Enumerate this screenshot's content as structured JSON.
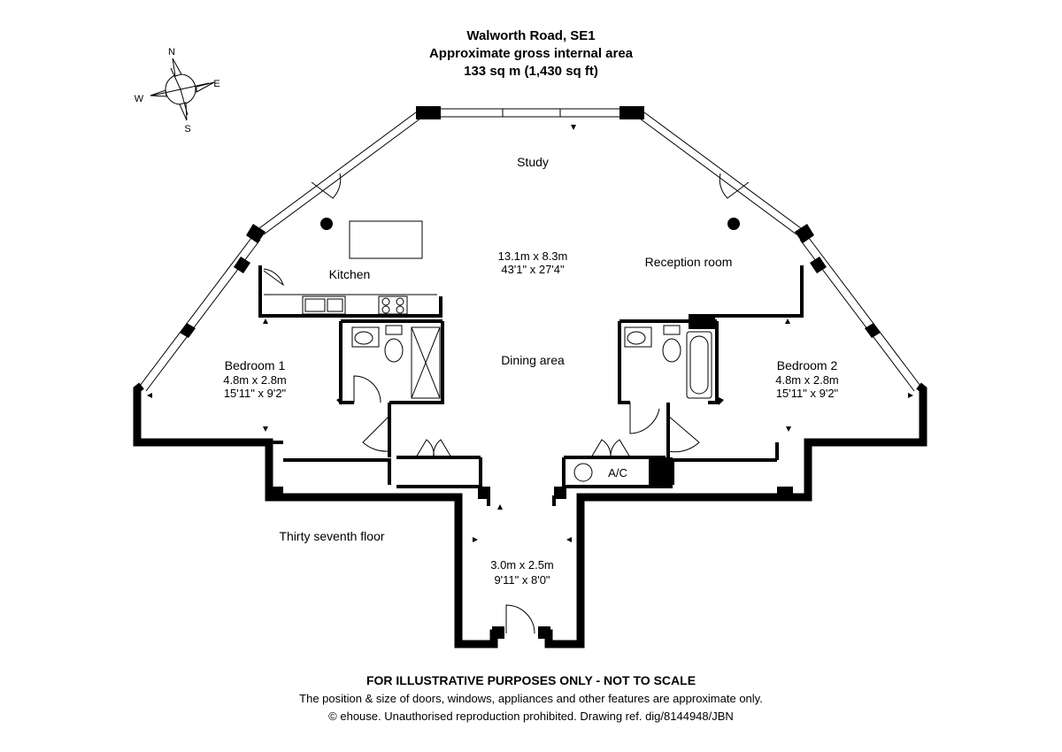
{
  "header": {
    "address": "Walworth Road, SE1",
    "area_label": "Approximate gross internal area",
    "area_value": "133 sq m (1,430 sq ft)"
  },
  "compass": {
    "n": "N",
    "e": "E",
    "s": "S",
    "w": "W"
  },
  "rooms": {
    "study": "Study",
    "kitchen": "Kitchen",
    "reception": "Reception room",
    "dining": "Dining area",
    "main_dim_m": "13.1m x 8.3m",
    "main_dim_ft": "43'1\" x 27'4\"",
    "bedroom1": {
      "name": "Bedroom 1",
      "dim_m": "4.8m x 2.8m",
      "dim_ft": "15'11\" x 9'2\""
    },
    "bedroom2": {
      "name": "Bedroom 2",
      "dim_m": "4.8m x 2.8m",
      "dim_ft": "15'11\" x 9'2\""
    },
    "hall_dim_m": "3.0m x 2.5m",
    "hall_dim_ft": "9'11\" x 8'0\"",
    "ac": "A/C"
  },
  "floor_label": "Thirty seventh floor",
  "footer": {
    "disclaimer": "FOR ILLUSTRATIVE PURPOSES ONLY - NOT TO SCALE",
    "note": "The position & size of doors, windows, appliances and other features are approximate only.",
    "copyright": "© ehouse. Unauthorised reproduction prohibited. Drawing ref. dig/8144948/JBN"
  }
}
